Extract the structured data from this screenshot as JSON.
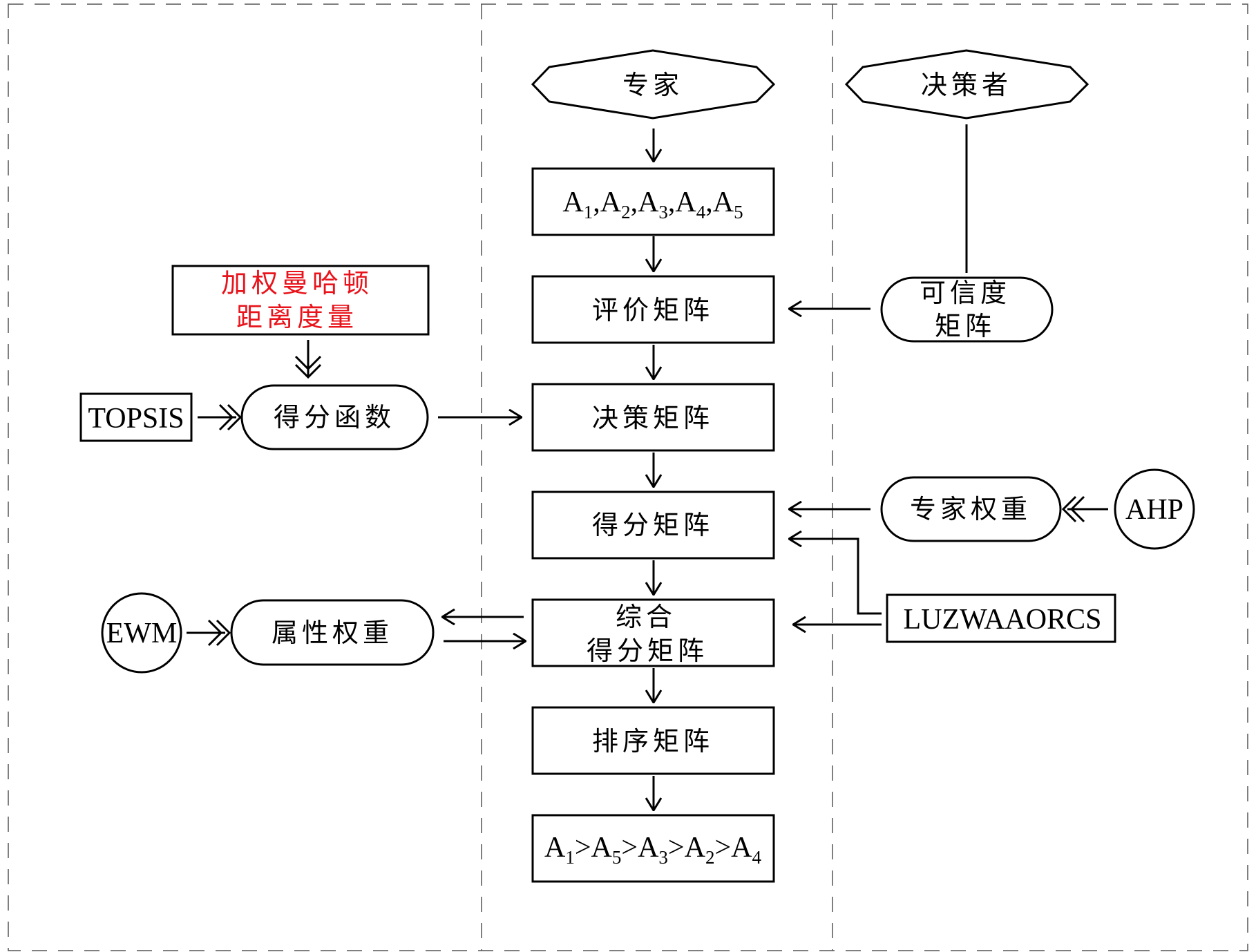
{
  "nodes": {
    "expert": "专家",
    "decision_maker": "决策者",
    "alternatives": {
      "a1": "A",
      "s1": "1",
      "c1": ",A",
      "s2": "2",
      "c2": ",A",
      "s3": "3",
      "c3": ",A",
      "s4": "4",
      "c4": ",A",
      "s5": "5"
    },
    "weighted_manhattan": {
      "line1": "加权曼哈顿",
      "line2": "距离度量",
      "color": "#e8131b"
    },
    "evaluation_matrix": "评价矩阵",
    "credibility_matrix": {
      "line1": "可信度",
      "line2": "矩阵"
    },
    "topsis": "TOPSIS",
    "score_function": "得分函数",
    "decision_matrix": "决策矩阵",
    "score_matrix": "得分矩阵",
    "expert_weight": "专家权重",
    "ahp": "AHP",
    "ewm": "EWM",
    "attribute_weight": "属性权重",
    "comprehensive_score_matrix": {
      "line1": "综合",
      "line2": "得分矩阵"
    },
    "luzwaaorcs": "LUZWAAORCS",
    "ranking_matrix": "排序矩阵",
    "ranking_result": {
      "a1": "A",
      "s1": "1",
      "g1": ">A",
      "s2": "5",
      "g2": ">A",
      "s3": "3",
      "g3": ">A",
      "s4": "2",
      "g4": ">A",
      "s5": "4"
    }
  }
}
